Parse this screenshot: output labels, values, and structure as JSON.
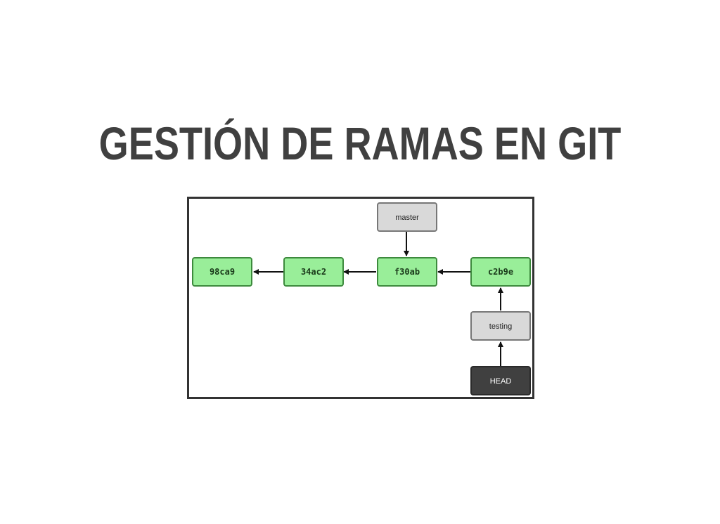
{
  "title": "GESTIÓN DE RAMAS EN GIT",
  "diagram": {
    "commits": [
      {
        "id": "98ca9"
      },
      {
        "id": "34ac2"
      },
      {
        "id": "f30ab"
      },
      {
        "id": "c2b9e"
      }
    ],
    "refs": {
      "master": "master",
      "testing": "testing",
      "head": "HEAD"
    },
    "colors": {
      "commit_fill": "#99ee99",
      "commit_border": "#3d8a3d",
      "branch_fill": "#d9d9d9",
      "branch_border": "#777777",
      "head_fill": "#404040",
      "head_text": "#ffffff",
      "arrow": "#111111"
    }
  }
}
